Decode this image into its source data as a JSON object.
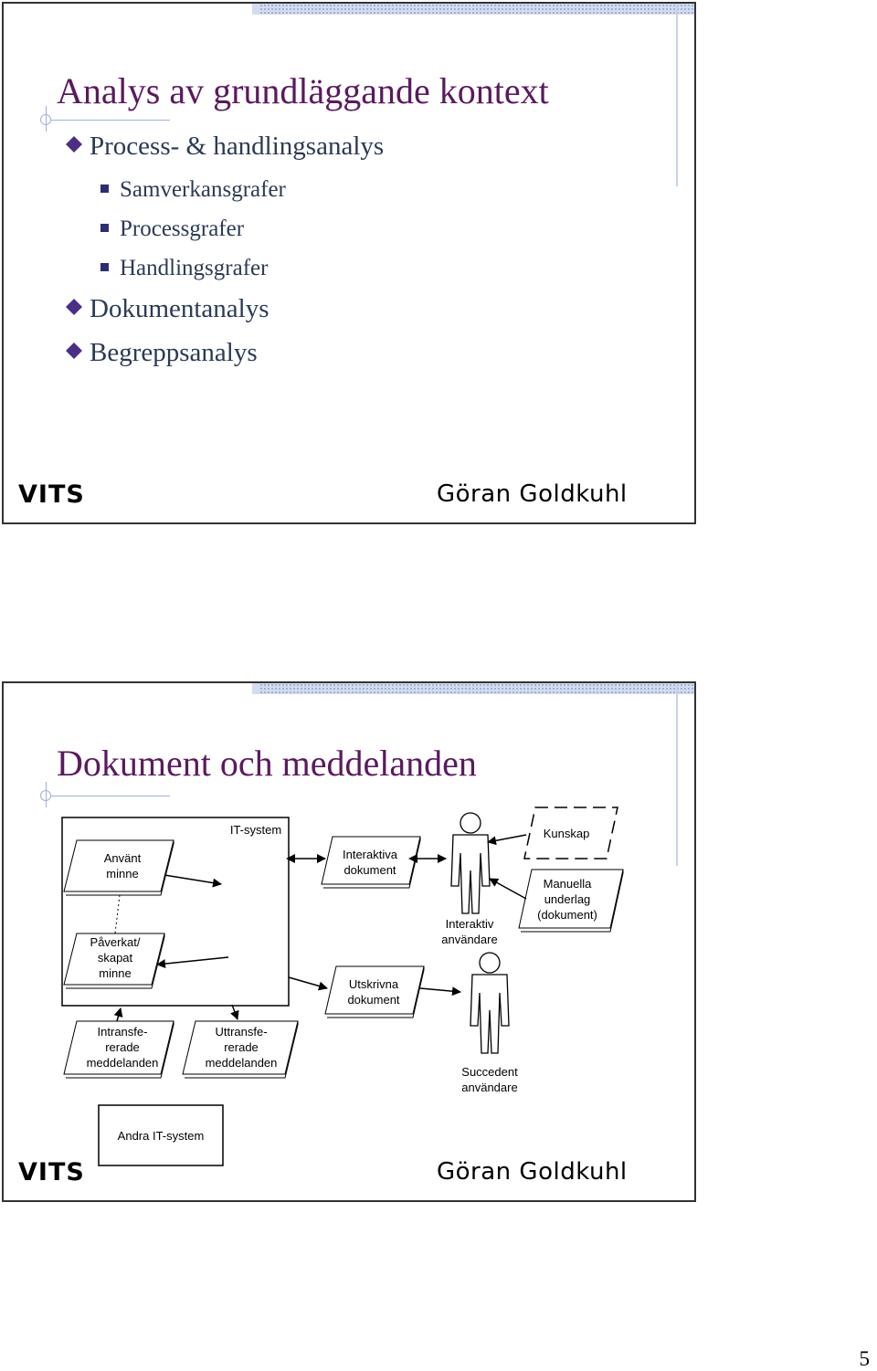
{
  "slide1": {
    "title": "Analys av grundläggande kontext",
    "items": [
      {
        "text": "Process- & handlingsanalys",
        "subitems": [
          "Samverkansgrafer",
          "Processgrafer",
          "Handlingsgrafer"
        ]
      },
      {
        "text": "Dokumentanalys",
        "subitems": []
      },
      {
        "text": "Begreppsanalys",
        "subitems": []
      }
    ],
    "footer_logo": "VITS",
    "footer_author": "Göran Goldkuhl"
  },
  "slide2": {
    "title": "Dokument och meddelanden",
    "diagram": {
      "it_system": "IT-system",
      "anvant_minne": [
        "Använt",
        "minne"
      ],
      "paverkat_minne": [
        "Påverkat/",
        "skapat",
        "minne"
      ],
      "interaktiva_dokument": [
        "Interaktiva",
        "dokument"
      ],
      "utskrivna_dokument": [
        "Utskrivna",
        "dokument"
      ],
      "interaktiv_anvandare": [
        "Interaktiv",
        "användare"
      ],
      "succedent_anvandare": [
        "Succedent",
        "användare"
      ],
      "kunskap": "Kunskap",
      "manuella_underlag": [
        "Manuella",
        "underlag",
        "(dokument)"
      ],
      "intransfererade": [
        "Intransfe-",
        "rerade",
        "meddelanden"
      ],
      "uttransfererade": [
        "Uttransfe-",
        "rerade",
        "meddelanden"
      ],
      "andra_it_system": "Andra IT-system"
    },
    "footer_logo": "VITS",
    "footer_author": "Göran Goldkuhl"
  },
  "page_number": "5"
}
